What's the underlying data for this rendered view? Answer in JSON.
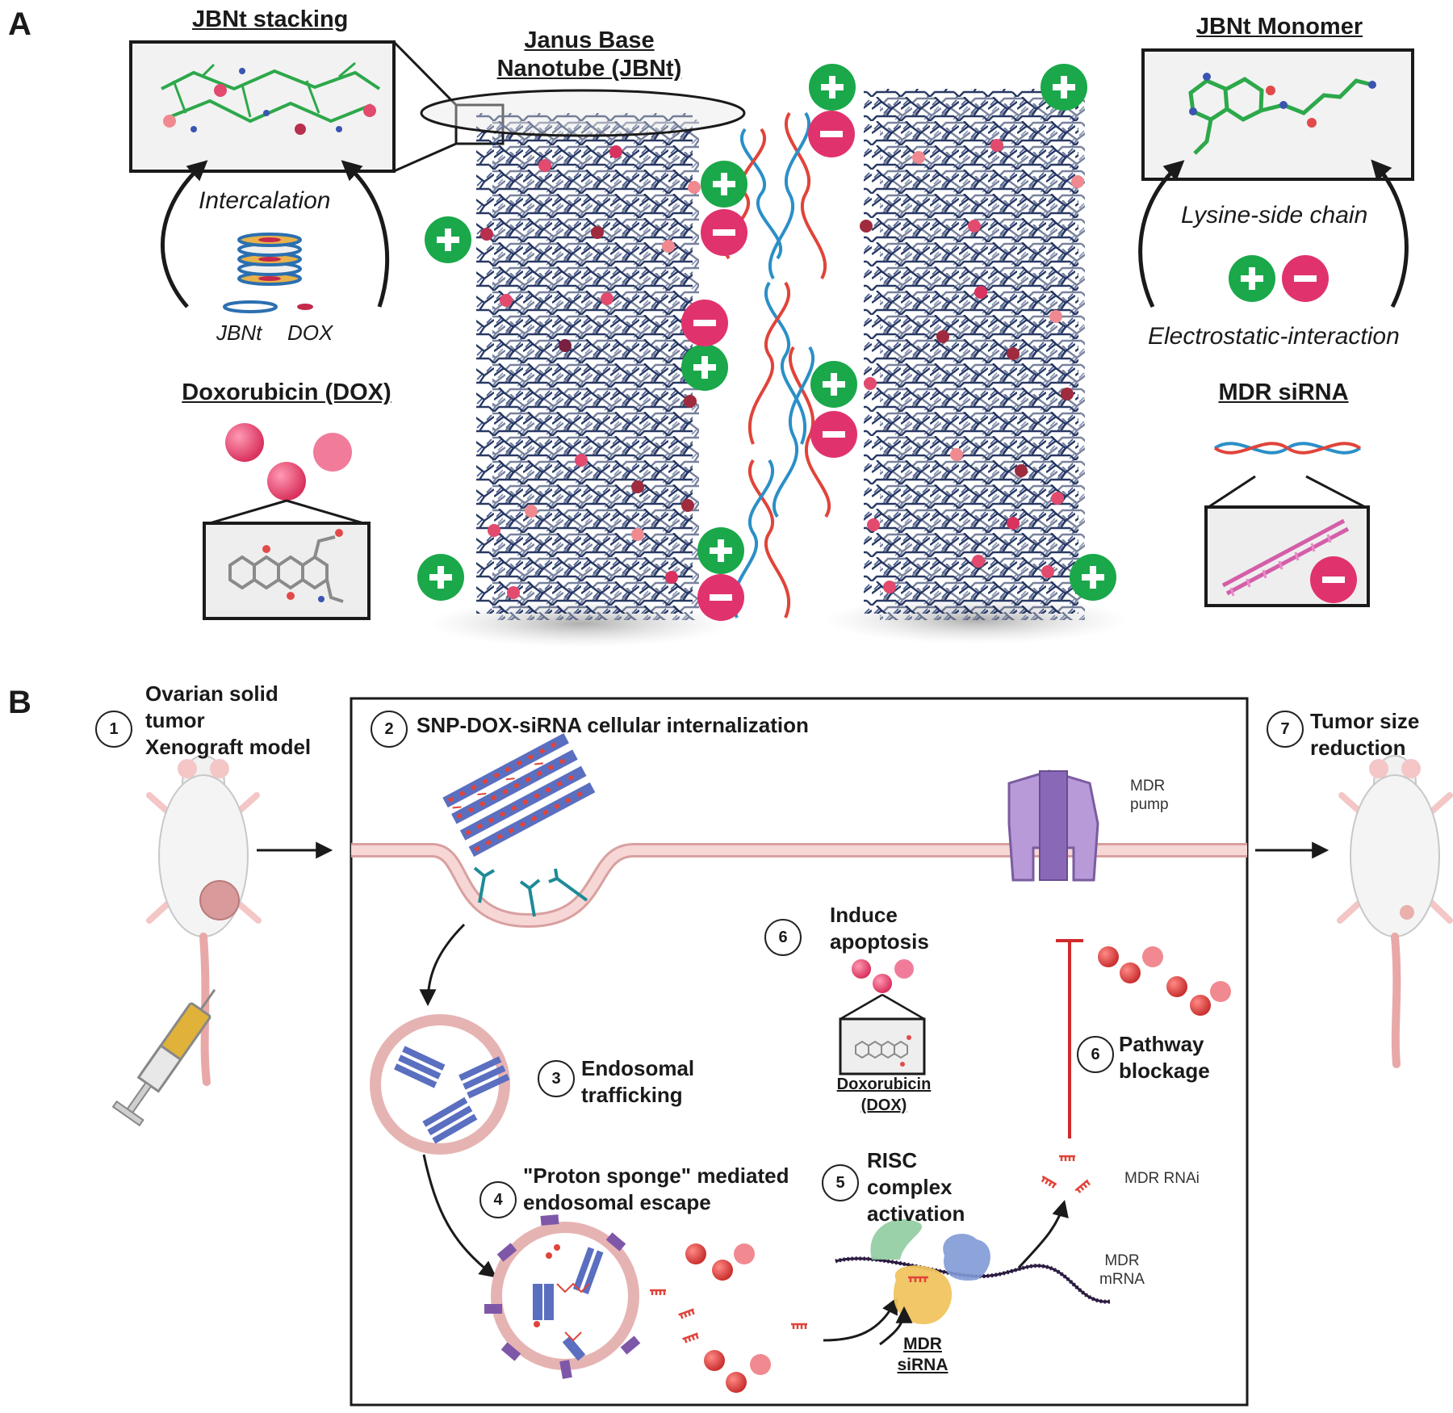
{
  "panel_a": {
    "letter": "A",
    "jbnt_stacking_title": "JBNt stacking",
    "intercalation_label": "Intercalation",
    "legend_jbnt": "JBNt",
    "legend_dox": "DOX",
    "dox_title": "Doxorubicin (DOX)",
    "janus_title_line1": "Janus Base",
    "janus_title_line2": "Nanotube (JBNt)",
    "monomer_title": "JBNt Monomer",
    "lysine_label": "Lysine-side chain",
    "electrostatic_label": "Electrostatic-interaction",
    "sirna_title": "MDR siRNA"
  },
  "panel_b": {
    "letter": "B",
    "steps": [
      {
        "n": "1",
        "lines": [
          "Ovarian solid",
          "tumor",
          "Xenograft model"
        ]
      },
      {
        "n": "2",
        "lines": [
          "SNP-DOX-siRNA cellular internalization"
        ]
      },
      {
        "n": "3",
        "lines": [
          "Endosomal",
          "trafficking"
        ]
      },
      {
        "n": "4",
        "lines": [
          "\"Proton sponge\" mediated",
          "endosomal escape"
        ]
      },
      {
        "n": "5",
        "lines": [
          "RISC",
          "complex",
          "activation"
        ]
      },
      {
        "n": "6",
        "lines": [
          "Induce",
          "apoptosis"
        ]
      },
      {
        "n": "6",
        "lines": [
          "Pathway",
          "blockage"
        ]
      },
      {
        "n": "7",
        "lines": [
          "Tumor size",
          "reduction"
        ]
      }
    ],
    "mdr_pump_line1": "MDR",
    "mdr_pump_line2": "pump",
    "dox_small_line1": "Doxorubicin",
    "dox_small_line2": "(DOX)",
    "mdr_rnai": "MDR RNAi",
    "mdr_mrna_line1": "MDR",
    "mdr_mrna_line2": "mRNA",
    "mdr_sirna_line1": "MDR",
    "mdr_sirna_line2": "siRNA"
  },
  "colors": {
    "positive": "#1aa84a",
    "negative": "#e0336e",
    "nanotube": "#1e2f5c",
    "dox": "#e24a6e",
    "membrane": "#f2c2c2",
    "pump": "#a98bc9",
    "rna_blue": "#2b8fc7",
    "rna_red": "#e0443a"
  }
}
